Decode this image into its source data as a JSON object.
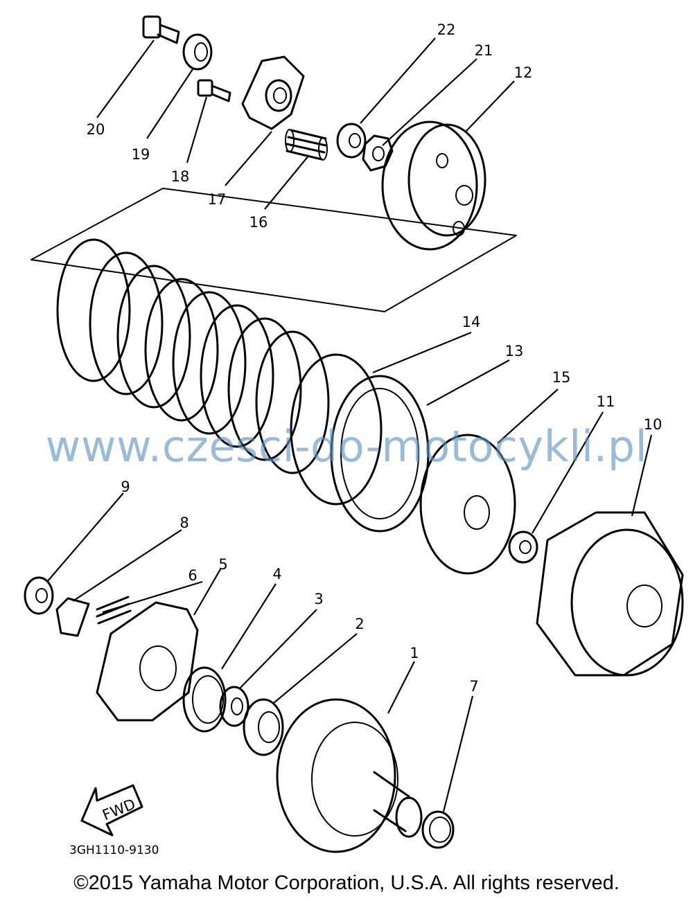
{
  "callouts": [
    {
      "number": "1"
    },
    {
      "number": "2"
    },
    {
      "number": "3"
    },
    {
      "number": "4"
    },
    {
      "number": "5"
    },
    {
      "number": "6"
    },
    {
      "number": "7"
    },
    {
      "number": "8"
    },
    {
      "number": "9"
    },
    {
      "number": "10"
    },
    {
      "number": "11"
    },
    {
      "number": "12"
    },
    {
      "number": "13"
    },
    {
      "number": "14"
    },
    {
      "number": "15"
    },
    {
      "number": "16"
    },
    {
      "number": "17"
    },
    {
      "number": "18"
    },
    {
      "number": "19"
    },
    {
      "number": "20"
    },
    {
      "number": "21"
    },
    {
      "number": "22"
    }
  ],
  "direction_arrow": "FWD",
  "diagram_code": "3GH1110-9130",
  "watermark": "www.czesci-do-motocykli.pl",
  "copyright": "©2015 Yamaha Motor Corporation, U.S.A. All rights reserved.",
  "colors": {
    "line": "#000000",
    "watermark": "#5c92bf",
    "background": "#ffffff"
  }
}
